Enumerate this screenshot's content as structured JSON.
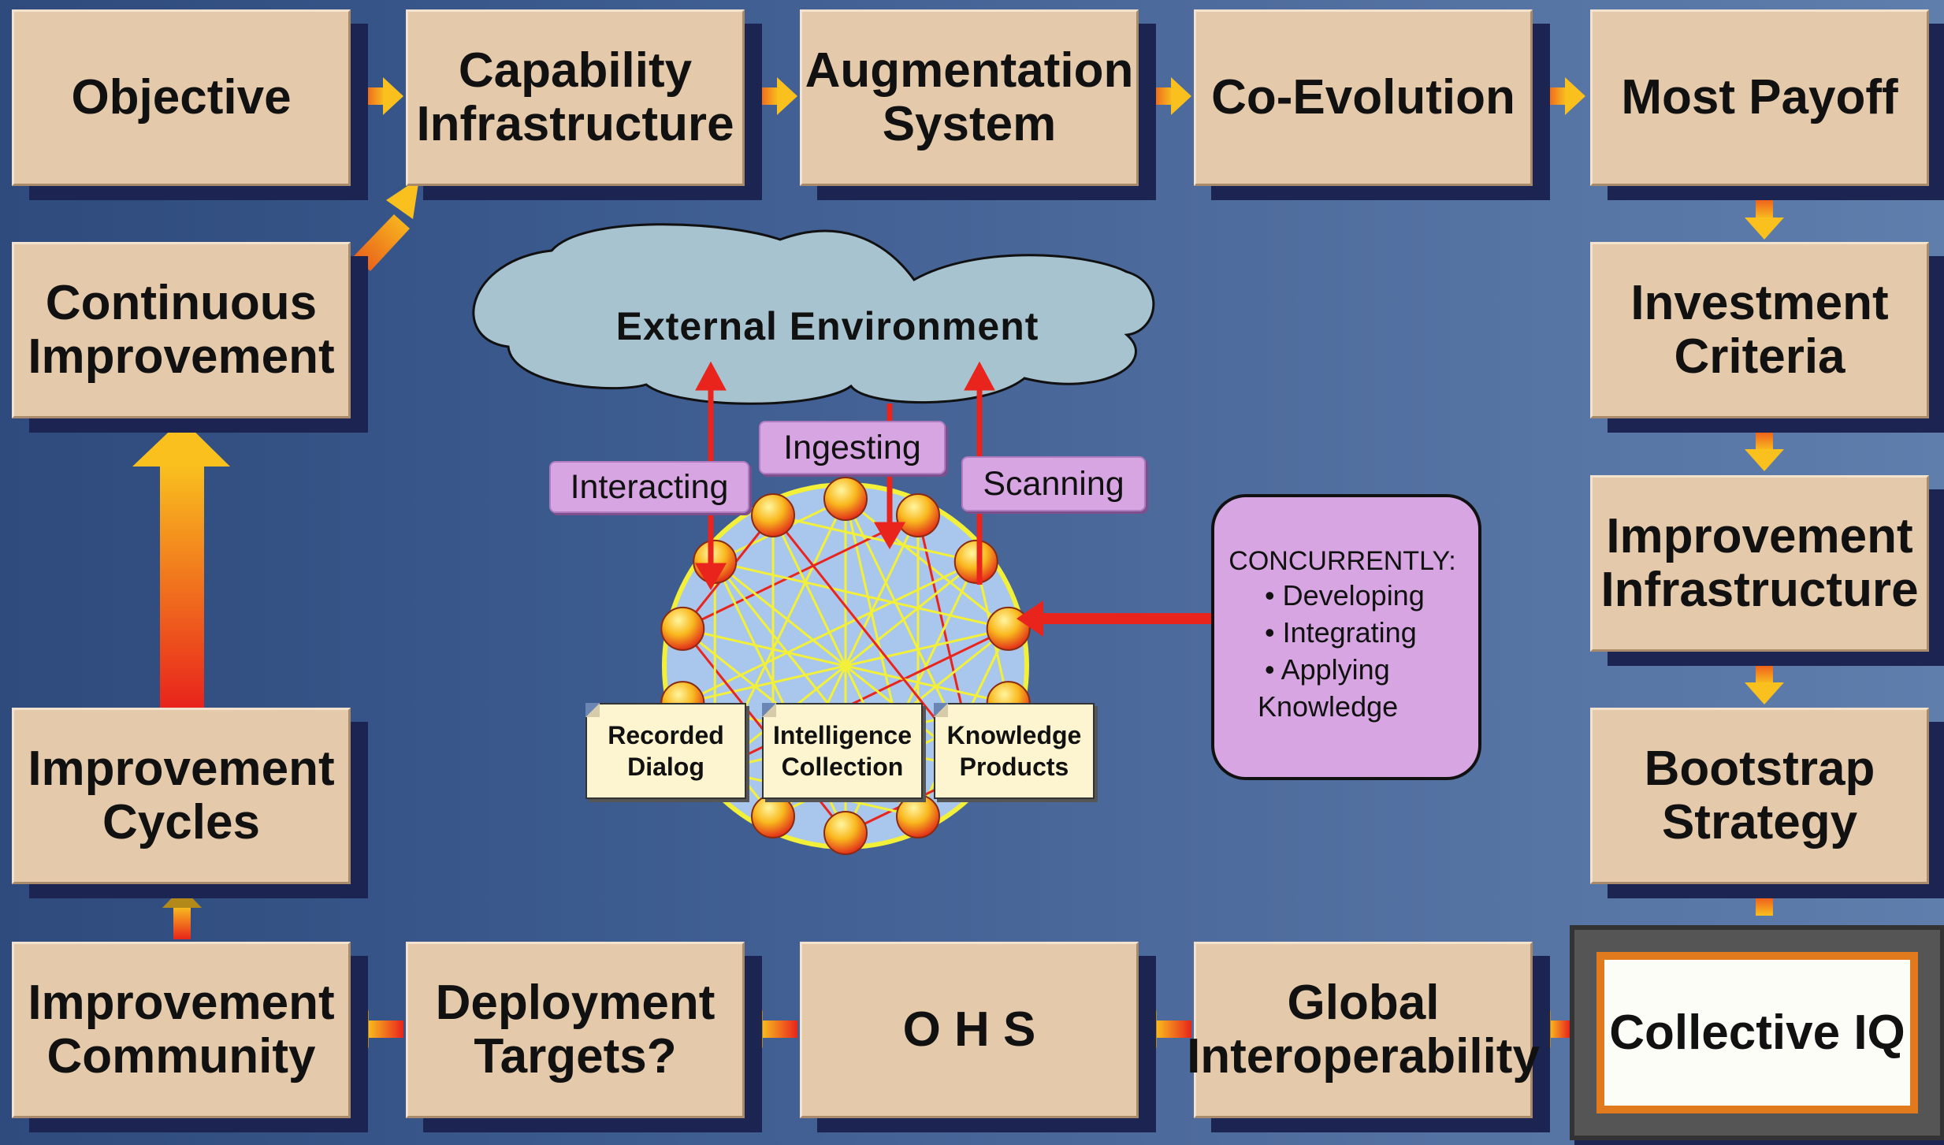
{
  "boxes": {
    "objective": "Objective",
    "capability_infrastructure": "Capability\nInfrastructure",
    "augmentation_system": "Augmentation\nSystem",
    "co_evolution": "Co-Evolution",
    "most_payoff": "Most Payoff",
    "continuous_improvement": "Continuous\nImprovement",
    "investment_criteria": "Investment\nCriteria",
    "improvement_infrastructure": "Improvement\nInfrastructure",
    "improvement_cycles": "Improvement\nCycles",
    "bootstrap_strategy": "Bootstrap\nStrategy",
    "improvement_community": "Improvement\nCommunity",
    "deployment_targets": "Deployment\nTargets?",
    "ohs": "O H S",
    "global_interoperability": "Global\nInteroperability",
    "collective_iq": "Collective IQ"
  },
  "environment": {
    "title": "External Environment",
    "interacting": "Interacting",
    "ingesting": "Ingesting",
    "scanning": "Scanning"
  },
  "documents": {
    "recorded_dialog": "Recorded\nDialog",
    "intelligence_collection": "Intelligence\nCollection",
    "knowledge_products": "Knowledge\nProducts"
  },
  "concurrently": {
    "heading": "CONCURRENTLY:",
    "items": [
      "• Developing",
      "• Integrating",
      "• Applying",
      "Knowledge"
    ]
  },
  "colors": {
    "background": "#3b5a8e",
    "box_fill": "#e4c9aa",
    "label_fill": "#d7a6e2",
    "cloud_fill": "#a7c3d0",
    "arrow_red": "#e8241c",
    "arrow_yellow": "#f9c01e",
    "node_fill": "#f3a020"
  }
}
